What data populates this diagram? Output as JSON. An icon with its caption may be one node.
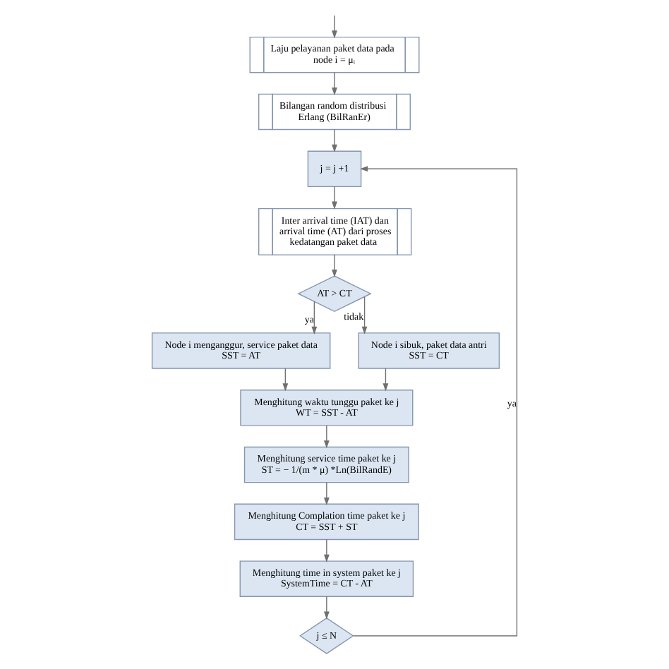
{
  "diagram": {
    "nodes": [
      {
        "text": [
          "Laju pelayanan paket data pada node i = μᵢ"
        ]
      },
      {
        "text": [
          "Bilangan random distribusi Erlang (BilRanEr)"
        ]
      },
      {
        "text": [
          "j = j +1"
        ]
      },
      {
        "text": [
          "Inter arrival time (IAT) dan arrival time (AT) dari proses kedatangan paket data"
        ]
      },
      {
        "text": [
          "AT > CT"
        ]
      },
      {
        "text": [
          "Node i menganggur, service paket data",
          "SST = AT"
        ]
      },
      {
        "text": [
          "Node i sibuk, paket data antri",
          "SST = CT"
        ]
      },
      {
        "text": [
          "Menghitung waktu tunggu paket ke j",
          "WT = SST - AT"
        ]
      },
      {
        "text": [
          "Menghitung service time paket ke j",
          "ST = − 1/(m * μ) *Ln(BilRandE)"
        ]
      },
      {
        "text": [
          "Menghitung Complation time paket ke j",
          "CT = SST + ST"
        ]
      },
      {
        "text": [
          "Menghitung time in system paket ke j",
          "SystemTime = CT - AT"
        ]
      },
      {
        "text": [
          "j ≤ N"
        ]
      }
    ],
    "edges": [
      {
        "from": null,
        "to": 0,
        "arrow": "to"
      },
      {
        "from": 0,
        "to": 1,
        "arrow": "to"
      },
      {
        "from": 1,
        "to": 2,
        "arrow": "to"
      },
      {
        "from": 2,
        "to": 3,
        "arrow": "to"
      },
      {
        "from": 3,
        "to": 4,
        "arrow": "to"
      },
      {
        "from": 4,
        "to": 5,
        "arrow": "to",
        "label": "ya"
      },
      {
        "from": 4,
        "to": 6,
        "arrow": "to",
        "label": "tidak"
      },
      {
        "from": 5,
        "to": 7,
        "arrow": "to"
      },
      {
        "from": 6,
        "to": 7,
        "arrow": "to"
      },
      {
        "from": 7,
        "to": 8,
        "arrow": "to"
      },
      {
        "from": 8,
        "to": 9,
        "arrow": "to"
      },
      {
        "from": 9,
        "to": 10,
        "arrow": "to"
      },
      {
        "from": 10,
        "to": 11,
        "arrow": "to"
      },
      {
        "from": 11,
        "to": 2,
        "arrow": "to",
        "label": "ya"
      }
    ]
  }
}
